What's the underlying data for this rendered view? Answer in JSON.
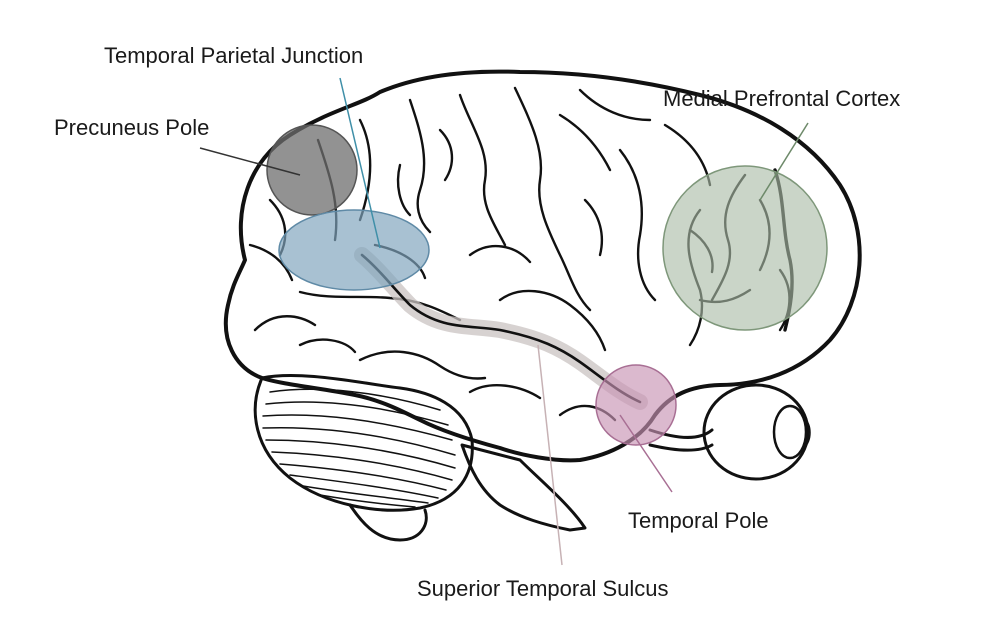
{
  "labels": {
    "tpj": "Temporal Parietal Junction",
    "precuneus": "Precuneus Pole",
    "mpfc": "Medial Prefrontal Cortex",
    "temporal_pole": "Temporal Pole",
    "sts": "Superior Temporal Sulcus"
  },
  "colors": {
    "precuneus": "#6e6e6e",
    "tpj": "#7fa3bd",
    "mpfc": "#a9bca6",
    "temporal_pole": "#c793b3",
    "sts_band": "#c9c3c1"
  }
}
